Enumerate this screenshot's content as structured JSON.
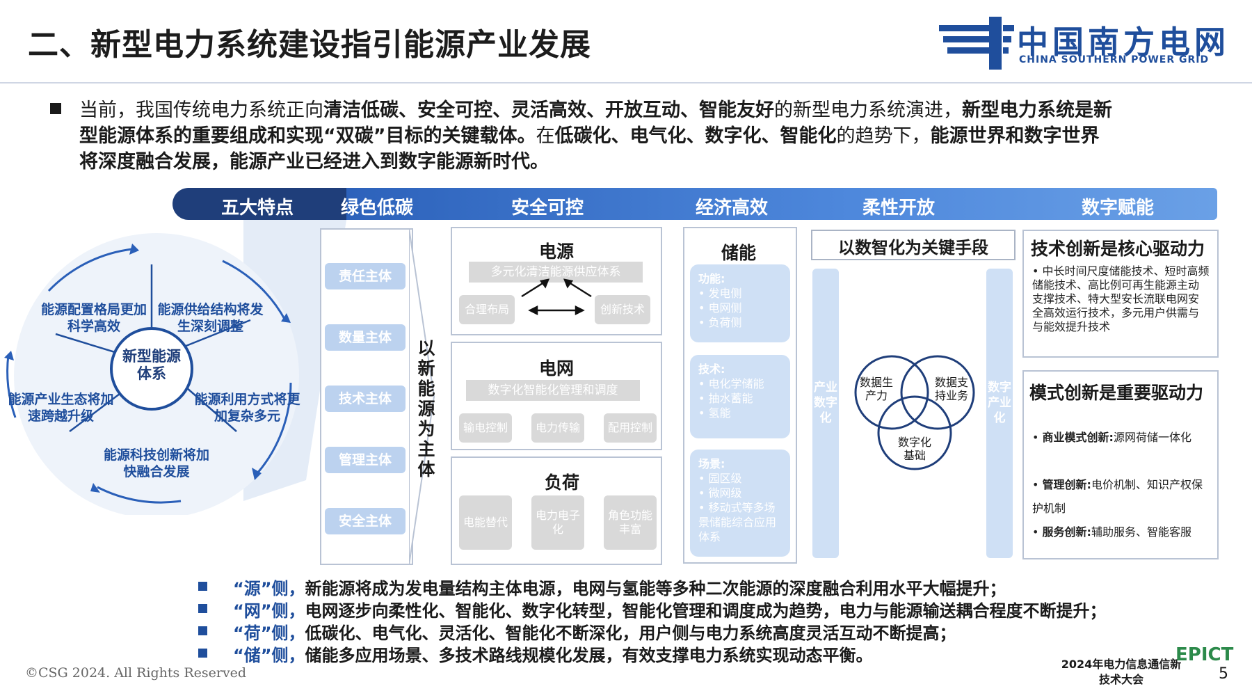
{
  "header": {
    "title": "二、新型电力系统建设指引能源产业发展",
    "logo_cn": "中国南方电网",
    "logo_en": "CHINA SOUTHERN POWER GRID"
  },
  "intro": {
    "l1a": "当前，我国传统电力系统正向",
    "l1b": "清洁低碳、安全可控、灵活高效、开放互动、智能友好",
    "l1c": "的新型电力系统演进，",
    "l1d": "新型电力系统是新",
    "l2a": "型能源体系的重要组成和实现“双碳”目标的关键载体。",
    "l2b": "在",
    "l2c": "低碳化、电气化、数字化、智能化",
    "l2d": "的趋势下，",
    "l2e": "能源世界和数字世界",
    "l3": "将深度融合发展，能源产业已经进入到数字能源新时代。"
  },
  "banner": {
    "lead": "五大特点",
    "items": [
      "绿色低碳",
      "安全可控",
      "经济高效",
      "柔性开放",
      "数字赋能"
    ]
  },
  "fan": {
    "center": "新型能源体系",
    "petals": [
      "能源配置格局更加科学高效",
      "能源供给结构将发生深刻调整",
      "能源产业生态将加速跨越升级",
      "能源利用方式将更加复杂多元",
      "能源科技创新将加快融合发展"
    ]
  },
  "green": {
    "pills": [
      "责任主体",
      "数量主体",
      "技术主体",
      "管理主体",
      "安全主体"
    ],
    "vertical": [
      "以",
      "新",
      "能",
      "源",
      "为",
      "主",
      "体"
    ]
  },
  "safety": {
    "source_title": "电源",
    "source_bar": "多元化清洁能源供应体系",
    "source_boxes": [
      "合理布局",
      "创新技术"
    ],
    "grid_title": "电网",
    "grid_bar": "数字化智能化管理和调度",
    "grid_boxes": [
      "输电控制",
      "电力传输",
      "配用控制"
    ],
    "load_title": "负荷",
    "load_boxes": [
      "电能替代",
      "电力电子化",
      "角色功能丰富"
    ]
  },
  "economy": {
    "title": "储能",
    "box1_head": "功能:",
    "box1_items": [
      "• 发电侧",
      "• 电网侧",
      "• 负荷侧"
    ],
    "box2_head": "技术:",
    "box2_items": [
      "• 电化学储能",
      "• 抽水蓄能",
      "• 氢能"
    ],
    "box3_head": "场景:",
    "box3_items": [
      "• 园区级",
      "• 微网级",
      "• 移动式等多场景储能综合应用体系"
    ]
  },
  "flexible": {
    "title": "以数智化为关键手段",
    "left_bar": "产业数字化",
    "right_bar": "数字产业化",
    "venn": [
      "数据生产力",
      "数据支持业务",
      "数字化基础"
    ]
  },
  "digital": {
    "tech_title": "技术创新是核心驱动力",
    "tech_text": "中长时间尺度储能技术、短时高频储能技术、高比例可再生能源主动支撑技术、特大型安长流联电网安全高效运行技术，多元用户供需与与能效提升技术",
    "model_title": "模式创新是重要驱动力",
    "model_items": [
      {
        "head": "商业模式创新:",
        "text": "源网荷储一体化"
      },
      {
        "head": "管理创新:",
        "text": "电价机制、知识产权保护机制"
      },
      {
        "head": "服务创新:",
        "text": "辅助服务、智能客服"
      }
    ]
  },
  "bullets": [
    {
      "q": "“源”侧，",
      "t": "新能源将成为发电量结构主体电源，电网与氢能等多种二次能源的深度融合利用水平大幅提升；"
    },
    {
      "q": "“网”侧，",
      "t": "电网逐步向柔性化、智能化、数字化转型，智能化管理和调度成为趋势，电力与能源输送耦合程度不断提升；"
    },
    {
      "q": "“荷”侧，",
      "t": "低碳化、电气化、灵活化、智能化不断深化，用户侧与电力系统高度灵活互动不断提高；"
    },
    {
      "q": "“储”侧，",
      "t": "储能多应用场景、多技术路线规模化发展，有效支撑电力系统实现动态平衡。"
    }
  ],
  "footer": {
    "copyright": "©CSG 2024. All Rights Reserved",
    "conf_name": "2024年电力信息通信新技术大会",
    "epict": "EPICT",
    "page": "5"
  },
  "colors": {
    "brand": "#1f4e9c",
    "banner_dark": "#1f3e7a",
    "pill": "#bcd2ef"
  }
}
